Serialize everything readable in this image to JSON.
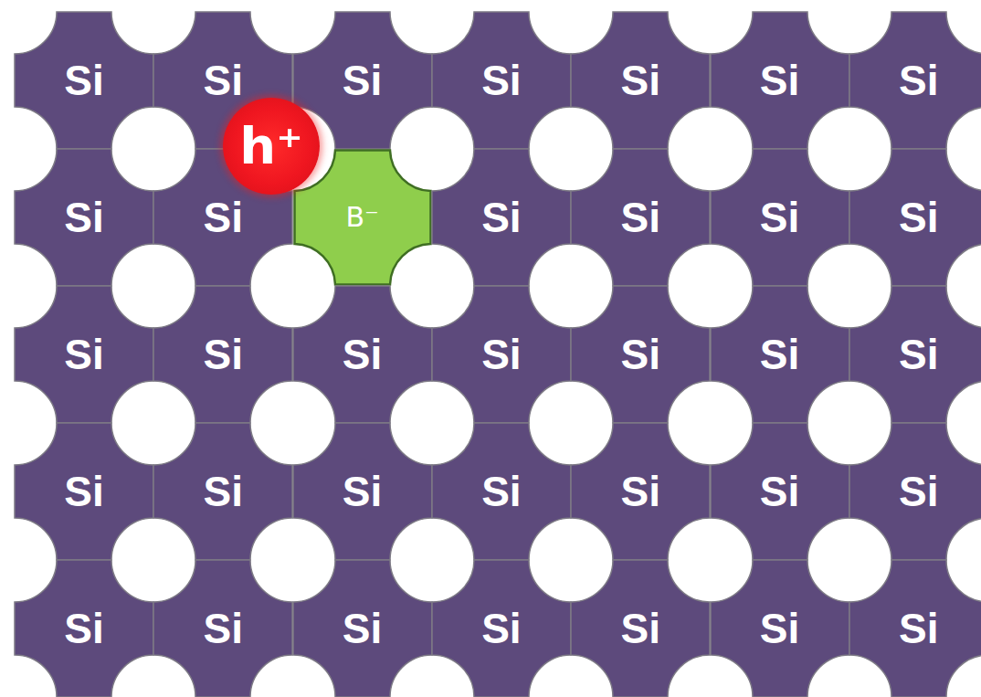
{
  "diagram": {
    "nodes": [
      {
        "text": [
          "Si"
        ]
      },
      {
        "text": [
          "Si"
        ]
      },
      {
        "text": [
          "Si"
        ]
      },
      {
        "text": [
          "Si"
        ]
      },
      {
        "text": [
          "Si"
        ]
      },
      {
        "text": [
          "Si"
        ]
      },
      {
        "text": [
          "Si"
        ]
      },
      {
        "text": [
          "h⁺"
        ]
      },
      {
        "text": [
          "Si"
        ]
      },
      {
        "text": [
          "Si"
        ]
      },
      {
        "text": [
          "B⁻"
        ]
      },
      {
        "text": [
          "Si"
        ]
      },
      {
        "text": [
          "Si"
        ]
      },
      {
        "text": [
          "Si"
        ]
      },
      {
        "text": [
          "Si"
        ]
      },
      {
        "text": [
          "Si"
        ]
      },
      {
        "text": [
          "Si"
        ]
      },
      {
        "text": [
          "Si"
        ]
      },
      {
        "text": [
          "Si"
        ]
      },
      {
        "text": [
          "Si"
        ]
      },
      {
        "text": [
          "Si"
        ]
      },
      {
        "text": [
          "Si"
        ]
      },
      {
        "text": [
          "Si"
        ]
      },
      {
        "text": [
          "Si"
        ]
      },
      {
        "text": [
          "Si"
        ]
      },
      {
        "text": [
          "Si"
        ]
      },
      {
        "text": [
          "Si"
        ]
      },
      {
        "text": [
          "Si"
        ]
      },
      {
        "text": [
          "Si"
        ]
      },
      {
        "text": [
          "Si"
        ]
      },
      {
        "text": [
          "Si"
        ]
      },
      {
        "text": [
          "Si"
        ]
      },
      {
        "text": [
          "Si"
        ]
      },
      {
        "text": [
          "Si"
        ]
      },
      {
        "text": [
          "Si"
        ]
      },
      {
        "text": [
          "Si"
        ]
      }
    ]
  }
}
